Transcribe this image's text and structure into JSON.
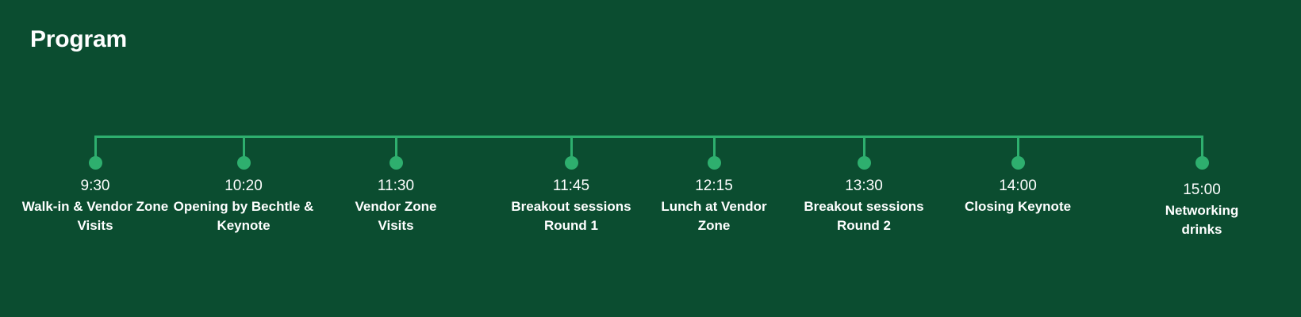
{
  "page": {
    "title": "Program",
    "background_color": "#0b4d30",
    "accent_color": "#2eaf6e",
    "text_color": "#ffffff"
  },
  "timeline": {
    "rail_color": "#2eaf6e",
    "items": [
      {
        "time": "9:30",
        "description": "Walk-in & Vendor Zone Visits"
      },
      {
        "time": "10:20",
        "description": "Opening by Bechtle & Keynote"
      },
      {
        "time": "11:30",
        "description": "Vendor Zone Visits"
      },
      {
        "time": "11:45",
        "description": "Breakout sessions Round 1"
      },
      {
        "time": "12:15",
        "description": "Lunch at Vendor Zone"
      },
      {
        "time": "13:30",
        "description": "Breakout sessions Round 2"
      },
      {
        "time": "14:00",
        "description": "Closing Keynote"
      },
      {
        "time": "15:00",
        "description": "Networking drinks"
      }
    ]
  }
}
